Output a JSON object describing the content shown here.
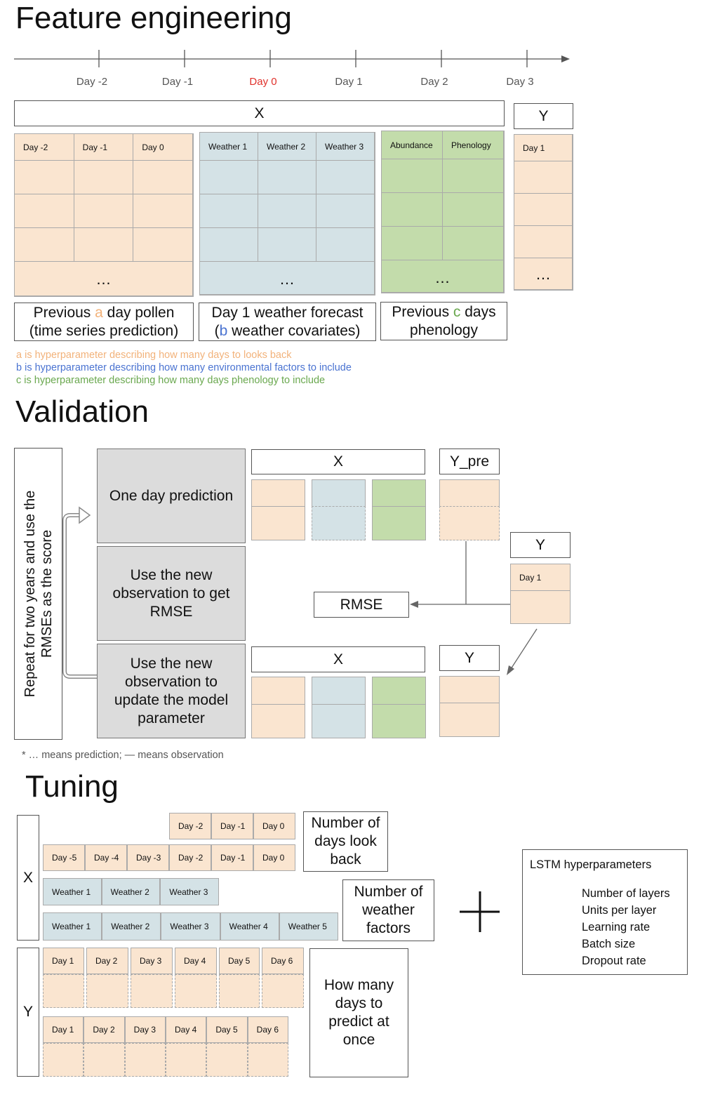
{
  "sections": {
    "feature_engineering": "Feature engineering",
    "validation": "Validation",
    "tuning": "Tuning"
  },
  "timeline": {
    "ticks": [
      "Day -2",
      "Day -1",
      "Day 0",
      "Day 1",
      "Day 2",
      "Day 3"
    ],
    "highlight_color": "#e0312b"
  },
  "feature": {
    "x_label": "X",
    "y_label": "Y",
    "pollen_headers": [
      "Day -2",
      "Day -1",
      "Day 0"
    ],
    "weather_headers": [
      "Weather 1",
      "Weather 2",
      "Weather 3"
    ],
    "phen_headers": [
      "Abundance",
      "Phenology"
    ],
    "y_header": "Day 1",
    "ellipsis": "…",
    "cap_pollen": {
      "l1_a": "Previous ",
      "l1_var": "a",
      "l1_b": " day pollen",
      "l2": "(time series prediction)"
    },
    "cap_weather": {
      "l1": "Day 1 weather forecast",
      "l2_a": "(",
      "l2_var": "b",
      "l2_b": " weather covariates)"
    },
    "cap_phen": {
      "l1_a": "Previous ",
      "l1_var": "c",
      "l1_b": " days",
      "l2": "phenology"
    },
    "notes": [
      "a is hyperparameter describing how many days to looks back",
      "b is hyperparameter describing how many environmental factors to include",
      "c is hyperparameter describing how many days phenology to include"
    ],
    "colors": {
      "a": "#f2b27a",
      "b": "#4a73d1",
      "c": "#6aa84f"
    }
  },
  "validation": {
    "loop_label": "Repeat for two years and use the RMSEs as the score",
    "step1": "One day prediction",
    "step2": "Use the new observation to get RMSE",
    "step3": "Use the new observation to update the model parameter",
    "x_label": "X",
    "ypre_label": "Y_pre",
    "y_label": "Y",
    "y_day": "Day 1",
    "rmse": "RMSE",
    "footnote": "* … means prediction; — means observation"
  },
  "tuning": {
    "x_label": "X",
    "y_label": "Y",
    "lookback_short": [
      "Day -2",
      "Day -1",
      "Day 0"
    ],
    "lookback_long": [
      "Day -5",
      "Day -4",
      "Day -3",
      "Day -2",
      "Day -1",
      "Day 0"
    ],
    "weather_short": [
      "Weather 1",
      "Weather 2",
      "Weather 3"
    ],
    "weather_long": [
      "Weather 1",
      "Weather 2",
      "Weather 3",
      "Weather 4",
      "Weather 5"
    ],
    "predict_days": [
      "Day 1",
      "Day 2",
      "Day 3",
      "Day 4",
      "Day 5",
      "Day 6"
    ],
    "lookback_label": "Number of days look back",
    "weather_label": "Number of weather factors",
    "predict_label": "How many days to predict at once",
    "plus": "+",
    "lstm_title": "LSTM hyperparameters",
    "lstm_items": [
      "Number of layers",
      "Units per layer",
      "Learning rate",
      "Batch size",
      "Dropout rate"
    ]
  }
}
